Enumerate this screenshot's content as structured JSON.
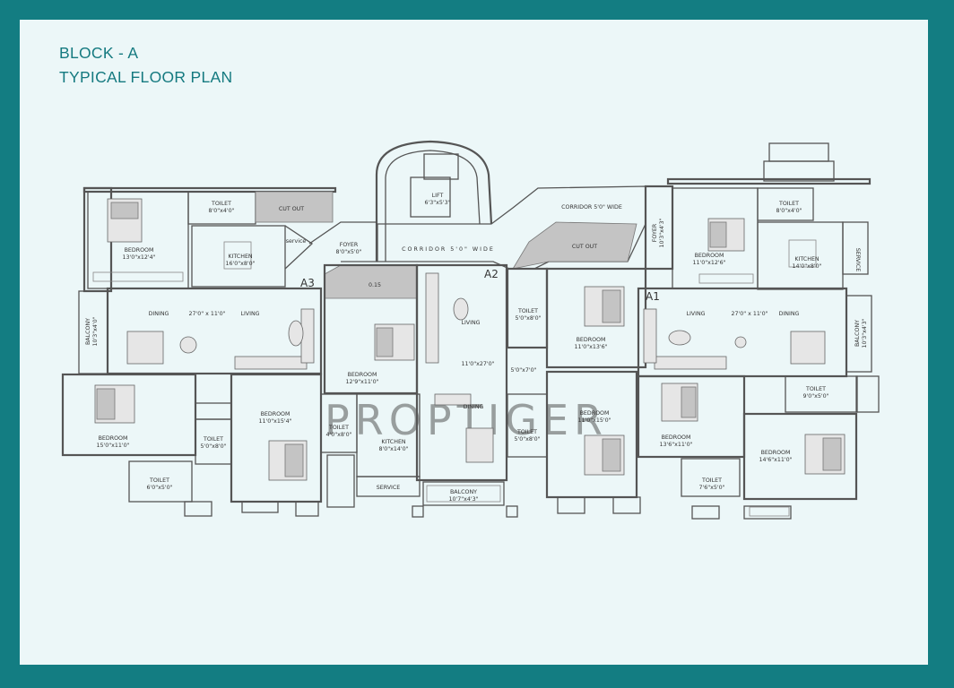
{
  "title": [
    "BLOCK - A",
    "TYPICAL FLOOR PLAN"
  ],
  "watermark": "PROPTIGER",
  "zones": [
    "A1",
    "A2",
    "A3"
  ],
  "rooms": [
    {
      "name": "BEDROOM",
      "size": "13'0\"x12'4\""
    },
    {
      "name": "TOILET",
      "size": "8'0\"x4'0\""
    },
    {
      "name": "CUT OUT",
      "size": ""
    },
    {
      "name": "KITCHEN",
      "size": "16'0\"x8'0\""
    },
    {
      "name": "service",
      "size": ""
    },
    {
      "name": "FOYER",
      "size": "8'0\"x5'0\""
    },
    {
      "name": "LIFT",
      "size": "6'3\"x5'3\""
    },
    {
      "name": "CORRIDOR 5'0\" WIDE",
      "size": ""
    },
    {
      "name": "CORRIDOR 5'0\" WIDE",
      "size": ""
    },
    {
      "name": "CUT OUT",
      "size": ""
    },
    {
      "name": "FOYER",
      "size": "10'3\"x4'3\""
    },
    {
      "name": "TOILET",
      "size": "8'0\"x4'0\""
    },
    {
      "name": "BEDROOM",
      "size": "11'0\"x12'6\""
    },
    {
      "name": "KITCHEN",
      "size": "14'0\"x8'0\""
    },
    {
      "name": "SERVICE",
      "size": ""
    },
    {
      "name": "BALCONY",
      "size": "10'3\"x4'0\""
    },
    {
      "name": "DINING",
      "size": ""
    },
    {
      "name": "27'0\" x 11'0\"",
      "size": ""
    },
    {
      "name": "LIVING",
      "size": ""
    },
    {
      "name": "0.15",
      "size": ""
    },
    {
      "name": "BEDROOM",
      "size": "12'9\"x11'0\""
    },
    {
      "name": "LIVING",
      "size": ""
    },
    {
      "name": "11'0\"x27'0\"",
      "size": ""
    },
    {
      "name": "DINING",
      "size": ""
    },
    {
      "name": "TOILET",
      "size": "5'0\"x8'0\""
    },
    {
      "name": "5'0\"x7'0\"",
      "size": ""
    },
    {
      "name": "BEDROOM",
      "size": "11'0\"x13'6\""
    },
    {
      "name": "LIVING",
      "size": ""
    },
    {
      "name": "27'0\" x 11'0\"",
      "size": ""
    },
    {
      "name": "DINING",
      "size": ""
    },
    {
      "name": "BALCONY",
      "size": "10'3\"x4'3\""
    },
    {
      "name": "BEDROOM",
      "size": "15'0\"x11'0\""
    },
    {
      "name": "TOILET",
      "size": "5'0\"x8'0\""
    },
    {
      "name": "TOILET",
      "size": "6'0\"x5'0\""
    },
    {
      "name": "BEDROOM",
      "size": "11'0\"x15'4\""
    },
    {
      "name": "TOILET",
      "size": "4'0\"x8'0\""
    },
    {
      "name": "KITCHEN",
      "size": "8'0\"x14'0\""
    },
    {
      "name": "SERVICE",
      "size": ""
    },
    {
      "name": "BALCONY",
      "size": "10'7\"x4'3\""
    },
    {
      "name": "TOILET",
      "size": "5'0\"x8'0\""
    },
    {
      "name": "BEDROOM",
      "size": "11'0\"x15'0\""
    },
    {
      "name": "BEDROOM",
      "size": "13'6\"x11'0\""
    },
    {
      "name": "TOILET",
      "size": "7'6\"x5'0\""
    },
    {
      "name": "TOILET",
      "size": "9'0\"x5'0\""
    },
    {
      "name": "BEDROOM",
      "size": "14'6\"x11'0\""
    }
  ]
}
